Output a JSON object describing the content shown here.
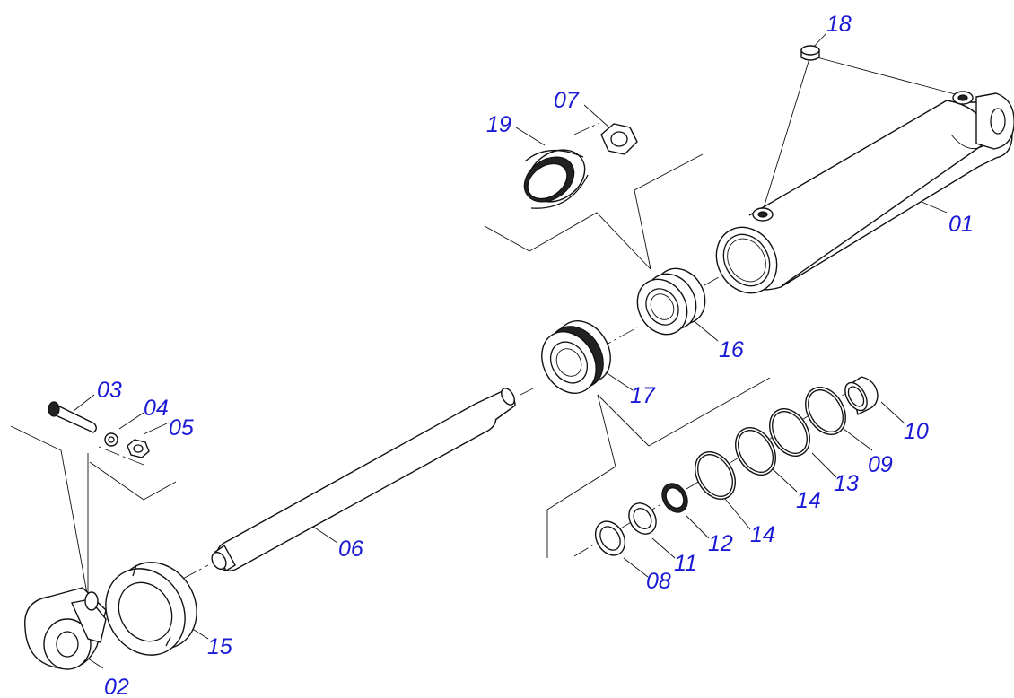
{
  "labels": {
    "p01": "01",
    "p02": "02",
    "p03": "03",
    "p04": "04",
    "p05": "05",
    "p06": "06",
    "p07": "07",
    "p08": "08",
    "p09": "09",
    "p10": "10",
    "p11": "11",
    "p12": "12",
    "p13": "13",
    "p14a": "14",
    "p14b": "14",
    "p15": "15",
    "p16": "16",
    "p17": "17",
    "p18": "18",
    "p19": "19"
  },
  "colors": {
    "callout_text": "#1a1ad6",
    "line_art": "#111111",
    "background": "#ffffff"
  }
}
